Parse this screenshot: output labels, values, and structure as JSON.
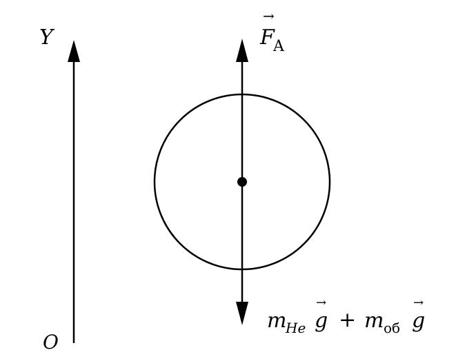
{
  "diagram": {
    "axis": {
      "label_top": "Y",
      "label_origin": "O"
    },
    "buoyancy_force": {
      "symbol": "F",
      "subscript": "A",
      "vector_arrow": "→"
    },
    "weight_force": {
      "term1_mass": "m",
      "term1_sub": "He",
      "term1_g": "g",
      "operator": "+",
      "term2_mass": "m",
      "term2_sub": "об",
      "term2_g": "g",
      "vector_arrow": "→"
    },
    "colors": {
      "stroke": "#000000",
      "background": "#ffffff"
    }
  }
}
